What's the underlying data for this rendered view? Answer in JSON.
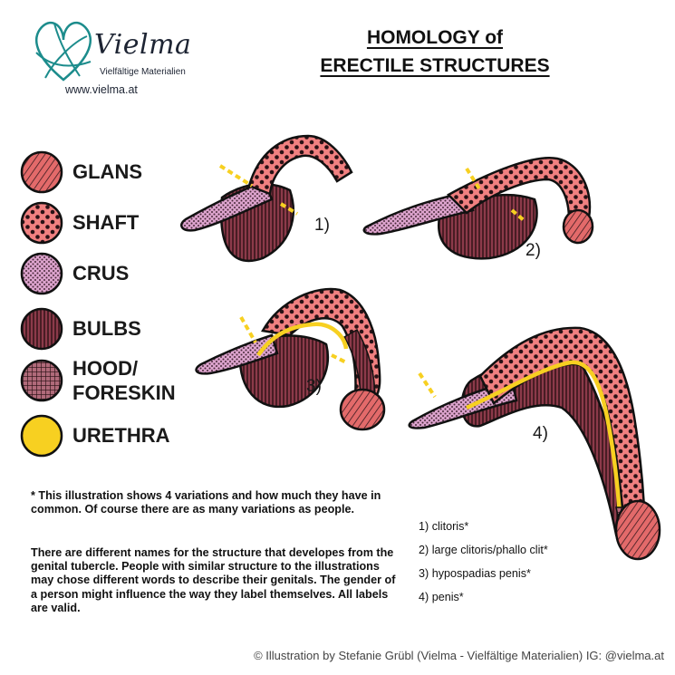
{
  "brand": {
    "name": "Vielma",
    "tagline": "Vielfältige Materialien",
    "url": "www.vielma.at",
    "color": "#1c8c8c"
  },
  "title": {
    "line1": "HOMOLOGY of",
    "line2": "ERECTILE STRUCTURES"
  },
  "legend": [
    {
      "label": "GLANS",
      "pattern": "crosshatch-diagonal",
      "color": "#e36a6a"
    },
    {
      "label": "SHAFT",
      "pattern": "dots",
      "color": "#f08080"
    },
    {
      "label": "CRUS",
      "pattern": "fine-dots",
      "color": "#d9a0c8"
    },
    {
      "label": "BULBS",
      "pattern": "vertical-stripes",
      "color": "#8c3a4a"
    },
    {
      "label": "HOOD/",
      "label2": "FORESKIN",
      "pattern": "grid",
      "color": "#b06a7a"
    },
    {
      "label": "URETHRA",
      "pattern": "solid",
      "color": "#f7d021"
    }
  ],
  "variation_numbers": [
    "1)",
    "2)",
    "3)",
    "4)"
  ],
  "notes": {
    "para1": "* This illustration shows 4 variations and how much they have in common. Of course there are as many variations as people.",
    "para2": "There are different names for the structure that developes from the genital tubercle. People with similar structure to the illustrations may chose different words to describe their genitals. The gender of a person might influence the way they label themselves. All labels are valid."
  },
  "variations": [
    "1) clitoris*",
    "2) large clitoris/phallo clit*",
    "3) hypospadias penis*",
    "4) penis*"
  ],
  "credit": "© Illustration by Stefanie Grübl (Vielma - Vielfältige Materialien) IG: @vielma.at"
}
